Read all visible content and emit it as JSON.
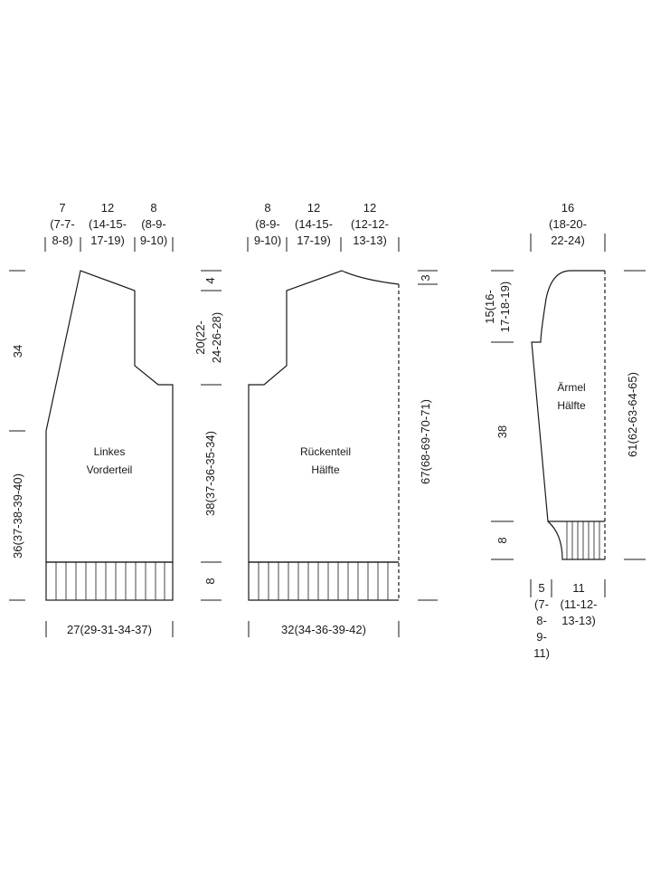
{
  "front": {
    "name_line1": "Linkes",
    "name_line2": "Vorderteil",
    "top_left": [
      "7",
      "(7-7-",
      "8-8)"
    ],
    "top_mid": [
      "12",
      "(14-15-",
      "17-19)"
    ],
    "top_right": [
      "8",
      "(8-9-",
      "9-10)"
    ],
    "width_bottom": "27(29-31-34-37)",
    "left_upper": "34",
    "left_lower": "36(37-38-39-40)"
  },
  "back": {
    "name_line1": "Rückenteil",
    "name_line2": "Hälfte",
    "top_left": [
      "8",
      "(8-9-",
      "9-10)"
    ],
    "top_mid": [
      "12",
      "(14-15-",
      "17-19)"
    ],
    "top_right": [
      "12",
      "(12-12-",
      "13-13)"
    ],
    "width_bottom": "32(34-36-39-42)",
    "left_top": "4",
    "left_armhole": [
      "20(22-",
      "24-26-28)"
    ],
    "left_body": "38(37-36-35-34)",
    "left_rib": "8",
    "right_top": "3",
    "right_total": "67(68-69-70-71)"
  },
  "sleeve": {
    "name_line1": "Ärmel",
    "name_line2": "Hälfte",
    "top": [
      "16",
      "(18-20-",
      "22-24)"
    ],
    "cap": [
      "15(16-",
      "17-18-19)"
    ],
    "length": "38",
    "rib": "8",
    "total": "61(62-63-64-65)",
    "bottom_left": [
      "5",
      "(7-",
      "8-",
      "9-",
      "11)"
    ],
    "bottom_right": [
      "11",
      "(11-12-",
      "13-13)"
    ]
  }
}
